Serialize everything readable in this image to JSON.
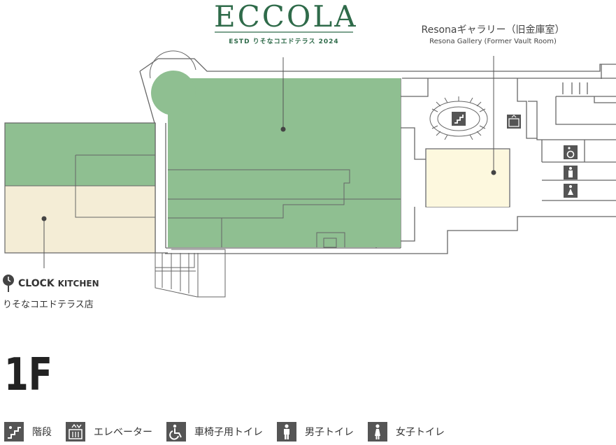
{
  "logo": {
    "wordmark": "ECCOLA",
    "subline": "ESTD りそなコエドテラス 2024"
  },
  "gallery": {
    "name_ja": "Resonaギャラリー（旧金庫室）",
    "name_en": "Resona Gallery (Former Vault Room)"
  },
  "kitchen": {
    "name_main": "CLOCK",
    "name_small": "KITCHEN",
    "name_sub": "りそなコエドテラス店"
  },
  "floor_label": "1F",
  "legend": [
    {
      "icon": "stairs-icon",
      "label": "階段"
    },
    {
      "icon": "elevator-icon",
      "label": "エレベーター"
    },
    {
      "icon": "wheelchair-icon",
      "label": "車椅子用トイレ"
    },
    {
      "icon": "mens-toilet-icon",
      "label": "男子トイレ"
    },
    {
      "icon": "womens-toilet-icon",
      "label": "女子トイレ"
    }
  ],
  "colors": {
    "eccola_area": "#8fbf91",
    "kitchen_area_top": "#8fbf91",
    "kitchen_area_bottom": "#f4edd6",
    "gallery_area": "#fdf8de",
    "wall": "#666666",
    "icon_bg": "#555555"
  }
}
